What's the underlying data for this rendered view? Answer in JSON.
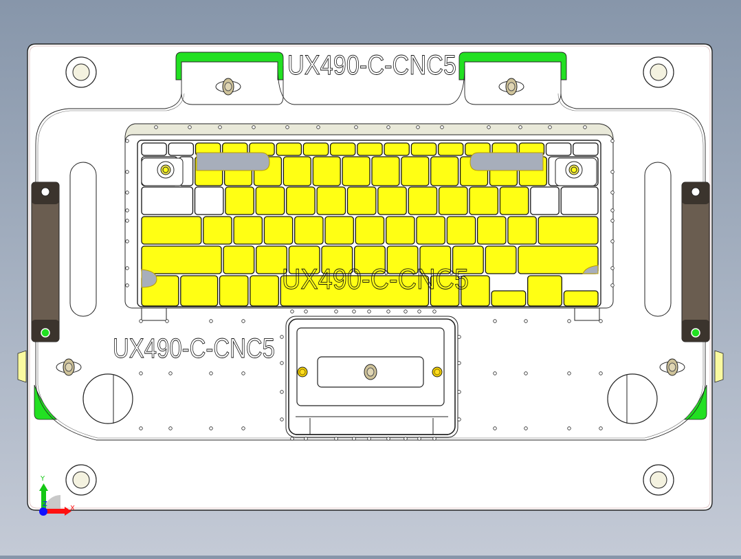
{
  "drawing": {
    "part_label_top": "UX490-C-CNC5",
    "part_label_center": "UX490-C-CNC5",
    "part_label_left": "UX490-C-CNC5"
  },
  "colors": {
    "background_top": "#8796aa",
    "background_bottom": "#c4cad6",
    "plate": "#ffffff",
    "key_fill": "#ffff14",
    "key_empty": "#ffffff",
    "slot_gray": "#a7aebb",
    "green_tab": "#22e022",
    "handle": "#6a5d50",
    "handle_dark": "#3b342d",
    "nut": "#cfc39a",
    "yellow_pin": "#f0cf00",
    "side_block": "#fafaa0",
    "keyboard_frame": "#e9e9d9"
  },
  "keyboard": {
    "rows": [
      {
        "name": "function-row",
        "keys": [
          {
            "w": 1.0,
            "state": "empty"
          },
          {
            "w": 1.0,
            "state": "empty"
          },
          {
            "w": 1.0,
            "state": "filled"
          },
          {
            "w": 1.0,
            "state": "filled"
          },
          {
            "w": 1.0,
            "state": "filled"
          },
          {
            "w": 1.0,
            "state": "filled"
          },
          {
            "w": 1.0,
            "state": "filled"
          },
          {
            "w": 1.0,
            "state": "filled"
          },
          {
            "w": 1.0,
            "state": "filled"
          },
          {
            "w": 1.0,
            "state": "filled"
          },
          {
            "w": 1.0,
            "state": "filled"
          },
          {
            "w": 1.0,
            "state": "filled"
          },
          {
            "w": 1.0,
            "state": "filled"
          },
          {
            "w": 1.0,
            "state": "filled"
          },
          {
            "w": 1.0,
            "state": "filled"
          },
          {
            "w": 1.0,
            "state": "empty"
          },
          {
            "w": 1.0,
            "state": "empty"
          }
        ]
      },
      {
        "name": "number-row",
        "keys": [
          {
            "w": 1.3,
            "state": "empty"
          },
          {
            "w": 0.5,
            "state": "empty"
          },
          {
            "w": 1.0,
            "state": "filled"
          },
          {
            "w": 1.0,
            "state": "filled"
          },
          {
            "w": 1.0,
            "state": "filled"
          },
          {
            "w": 1.0,
            "state": "filled"
          },
          {
            "w": 1.0,
            "state": "filled"
          },
          {
            "w": 1.0,
            "state": "filled"
          },
          {
            "w": 1.0,
            "state": "filled"
          },
          {
            "w": 1.0,
            "state": "filled"
          },
          {
            "w": 1.0,
            "state": "filled"
          },
          {
            "w": 1.0,
            "state": "filled"
          },
          {
            "w": 1.0,
            "state": "filled"
          },
          {
            "w": 1.0,
            "state": "filled"
          },
          {
            "w": 1.8,
            "state": "empty"
          }
        ]
      },
      {
        "name": "top-letter-row",
        "keys": [
          {
            "w": 1.8,
            "state": "empty"
          },
          {
            "w": 1.0,
            "state": "empty"
          },
          {
            "w": 1.0,
            "state": "filled"
          },
          {
            "w": 1.0,
            "state": "filled"
          },
          {
            "w": 1.0,
            "state": "filled"
          },
          {
            "w": 1.0,
            "state": "filled"
          },
          {
            "w": 1.0,
            "state": "filled"
          },
          {
            "w": 1.0,
            "state": "filled"
          },
          {
            "w": 1.0,
            "state": "filled"
          },
          {
            "w": 1.0,
            "state": "filled"
          },
          {
            "w": 1.0,
            "state": "filled"
          },
          {
            "w": 1.0,
            "state": "filled"
          },
          {
            "w": 1.0,
            "state": "empty"
          },
          {
            "w": 1.3,
            "state": "empty"
          }
        ]
      },
      {
        "name": "home-row",
        "keys": [
          {
            "w": 2.1,
            "state": "filled"
          },
          {
            "w": 1.0,
            "state": "filled"
          },
          {
            "w": 1.0,
            "state": "filled"
          },
          {
            "w": 1.0,
            "state": "filled"
          },
          {
            "w": 1.0,
            "state": "filled"
          },
          {
            "w": 1.0,
            "state": "filled"
          },
          {
            "w": 1.0,
            "state": "filled"
          },
          {
            "w": 1.0,
            "state": "filled"
          },
          {
            "w": 1.0,
            "state": "filled"
          },
          {
            "w": 1.0,
            "state": "filled"
          },
          {
            "w": 1.0,
            "state": "filled"
          },
          {
            "w": 1.0,
            "state": "filled"
          },
          {
            "w": 2.1,
            "state": "filled"
          }
        ]
      },
      {
        "name": "shift-row",
        "keys": [
          {
            "w": 2.6,
            "state": "filled"
          },
          {
            "w": 1.0,
            "state": "filled"
          },
          {
            "w": 1.0,
            "state": "filled"
          },
          {
            "w": 1.0,
            "state": "filled"
          },
          {
            "w": 1.0,
            "state": "filled"
          },
          {
            "w": 1.0,
            "state": "filled"
          },
          {
            "w": 1.0,
            "state": "filled"
          },
          {
            "w": 1.0,
            "state": "filled"
          },
          {
            "w": 1.0,
            "state": "filled"
          },
          {
            "w": 1.0,
            "state": "filled"
          },
          {
            "w": 2.6,
            "state": "filled"
          }
        ]
      },
      {
        "name": "bottom-row",
        "keys": [
          {
            "w": 1.3,
            "state": "filled"
          },
          {
            "w": 1.3,
            "state": "filled"
          },
          {
            "w": 1.0,
            "state": "filled"
          },
          {
            "w": 1.0,
            "state": "filled"
          },
          {
            "w": 5.2,
            "state": "filled"
          },
          {
            "w": 1.0,
            "state": "filled"
          },
          {
            "w": 1.0,
            "state": "filled"
          },
          {
            "w": 1.2,
            "state": "half"
          },
          {
            "w": 1.2,
            "state": "filled"
          },
          {
            "w": 1.2,
            "state": "half"
          }
        ]
      }
    ]
  },
  "triad": {
    "x_label": "X",
    "y_label": "Y",
    "z_label": "Z",
    "x_color": "#ff1010",
    "y_color": "#14c814",
    "z_color": "#1010ff"
  }
}
